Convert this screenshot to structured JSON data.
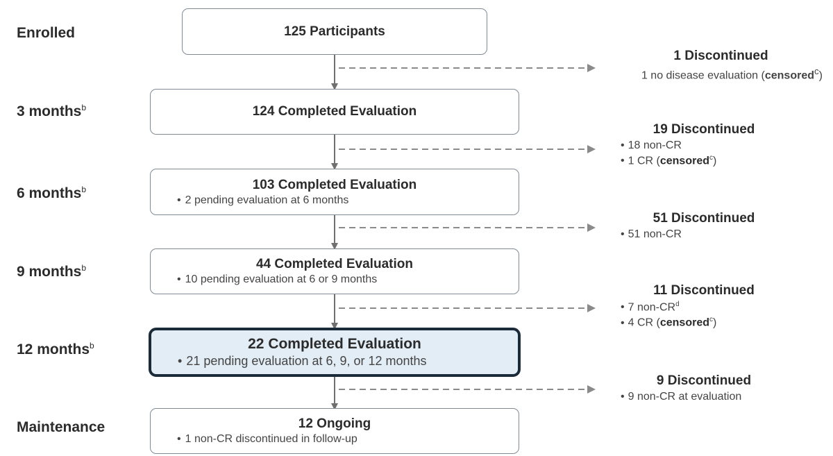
{
  "stages": [
    {
      "label": "Enrolled",
      "sup": ""
    },
    {
      "label": "3 months",
      "sup": "b"
    },
    {
      "label": "6 months",
      "sup": "b"
    },
    {
      "label": "9 months",
      "sup": "b"
    },
    {
      "label": "12 months",
      "sup": "b"
    },
    {
      "label": "Maintenance",
      "sup": ""
    }
  ],
  "boxes": [
    {
      "title": "125 Participants",
      "note": ""
    },
    {
      "title": "124 Completed Evaluation",
      "note": ""
    },
    {
      "title": "103 Completed Evaluation",
      "note": "2 pending evaluation at 6 months"
    },
    {
      "title": "44 Completed Evaluation",
      "note": "10 pending evaluation at 6 or 9 months"
    },
    {
      "title": "22 Completed Evaluation",
      "note": "21 pending evaluation at 6, 9, or 12 months"
    },
    {
      "title": "12 Ongoing",
      "note": "1 non-CR discontinued in follow-up"
    }
  ],
  "discontinued": [
    {
      "title": "1 Discontinued",
      "line1": "1 no disease evaluation",
      "censored": "censored",
      "sup": "c"
    },
    {
      "title": "19 Discontinued",
      "items": [
        {
          "text": "18 non-CR",
          "censored": "",
          "sup": ""
        },
        {
          "text": "1 CR",
          "censored": "censored",
          "sup": "c"
        }
      ]
    },
    {
      "title": "51 Discontinued",
      "items": [
        {
          "text": "51 non-CR",
          "censored": "",
          "sup": ""
        }
      ]
    },
    {
      "title": "11 Discontinued",
      "items": [
        {
          "text": "7 non-CR",
          "censored": "",
          "sup": "d"
        },
        {
          "text": "4 CR",
          "censored": "censored",
          "sup": "c"
        }
      ]
    },
    {
      "title": "9 Discontinued",
      "items": [
        {
          "text": "9 non-CR at evaluation",
          "censored": "",
          "sup": ""
        }
      ]
    }
  ],
  "bullet_glyph": "•",
  "colors": {
    "box_border": "#7f8a94",
    "highlight_border": "#1c2b39",
    "highlight_fill": "#e3edf6",
    "arrow": "#707070",
    "dashed_arrow": "#8a8a8a"
  }
}
